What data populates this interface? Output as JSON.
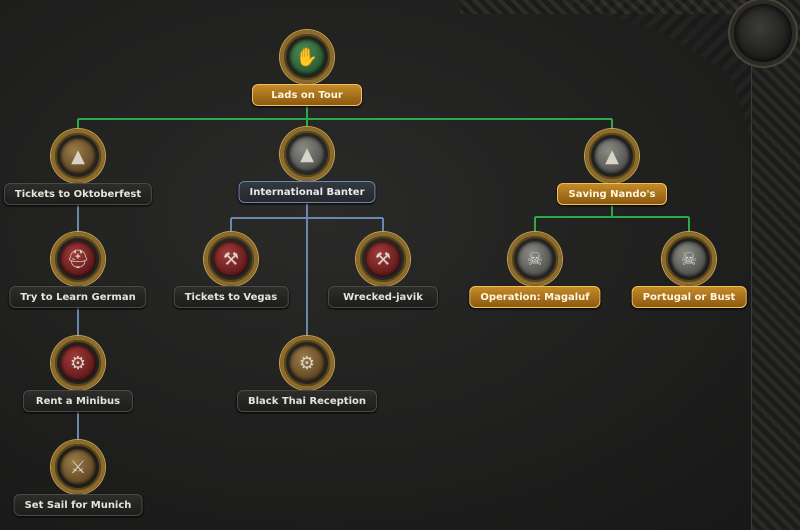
{
  "colors": {
    "line_green": "#2fa84a",
    "line_blue": "#6a87b0",
    "label_gold": "#c58a28"
  },
  "focuses": [
    {
      "id": "lads-on-tour",
      "label": "Lads on Tour",
      "icon": "handshake-icon",
      "style": "gold",
      "glyph": "✋",
      "core": "green"
    },
    {
      "id": "tickets-to-oktoberfest",
      "label": "Tickets to Oktoberfest",
      "icon": "pyramid-eye-icon",
      "style": "plain",
      "glyph": "▲",
      "core": "bronze"
    },
    {
      "id": "international-banter",
      "label": "International Banter",
      "icon": "pyramid-eye-icon",
      "style": "blue",
      "glyph": "▲",
      "core": "gray"
    },
    {
      "id": "saving-nandos",
      "label": "Saving Nando's",
      "icon": "pyramid-eye-icon",
      "style": "gold",
      "glyph": "▲",
      "core": "gray"
    },
    {
      "id": "try-to-learn-german",
      "label": "Try to Learn German",
      "icon": "helmet-shield-icon",
      "style": "plain",
      "glyph": "⛑",
      "core": "red"
    },
    {
      "id": "tickets-to-vegas",
      "label": "Tickets to Vegas",
      "icon": "crossed-hammers-icon",
      "style": "plain",
      "glyph": "⚒",
      "core": "red"
    },
    {
      "id": "wrecked-javik",
      "label": "Wrecked-javik",
      "icon": "crossed-hammers-icon",
      "style": "plain",
      "glyph": "⚒",
      "core": "red"
    },
    {
      "id": "operation-magaluf",
      "label": "Operation: Magaluf",
      "icon": "skull-wings-icon",
      "style": "gold",
      "glyph": "☠",
      "core": "gray"
    },
    {
      "id": "portugal-or-bust",
      "label": "Portugal or Bust",
      "icon": "skull-wings-icon",
      "style": "gold",
      "glyph": "☠",
      "core": "gray"
    },
    {
      "id": "rent-a-minibus",
      "label": "Rent a Minibus",
      "icon": "industry-gear-icon",
      "style": "plain",
      "glyph": "⚙",
      "core": "red"
    },
    {
      "id": "black-thai-reception",
      "label": "Black Thai Reception",
      "icon": "radar-dish-icon",
      "style": "plain",
      "glyph": "⚙",
      "core": "bronze"
    },
    {
      "id": "set-sail-for-munich",
      "label": "Set Sail for Munich",
      "icon": "crossed-rifles-icon",
      "style": "plain",
      "glyph": "⚔",
      "core": "bronze"
    }
  ]
}
